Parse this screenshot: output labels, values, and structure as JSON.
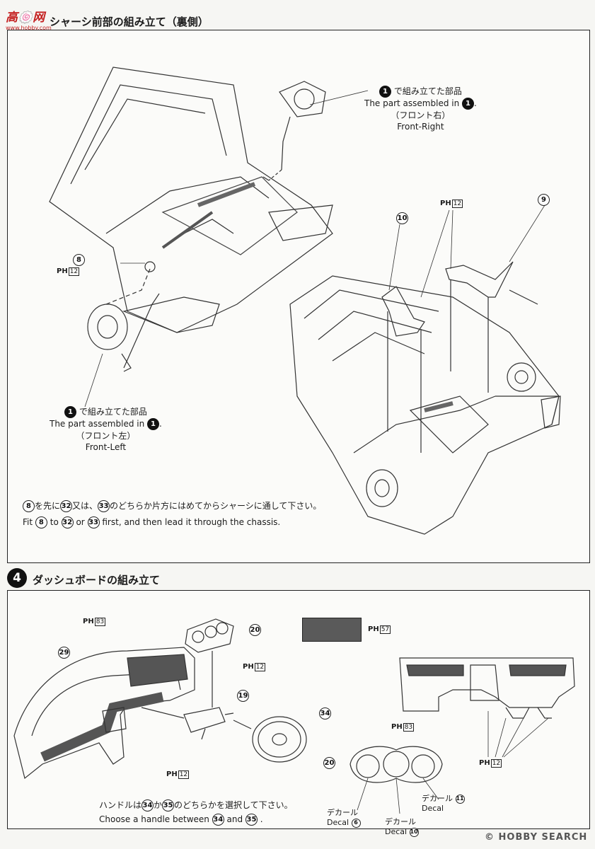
{
  "watermark_top": {
    "logo": "高🍥网",
    "url": "www.hobby.com"
  },
  "section_a": {
    "title": "シャーシ前部の組み立て（裏側）",
    "callout_right": {
      "line1_ja": "で組み立てた部品",
      "line2_en": "The part assembled in",
      "line3_ja": "（フロント右）",
      "line4_en": "Front-Right",
      "ref": "1"
    },
    "callout_left": {
      "line1_ja": "で組み立てた部品",
      "line2_en": "The part assembled in",
      "line3_ja": "（フロント左）",
      "line4_en": "Front-Left",
      "ref": "1"
    },
    "part_labels": [
      "8",
      "10",
      "9"
    ],
    "ph_labels": [
      {
        "prefix": "PH",
        "num": "12"
      },
      {
        "prefix": "PH",
        "num": "12"
      }
    ],
    "note_ja_pre": "を先に",
    "note_ja_mid1": "又は、",
    "note_ja_post": "のどちらか片方にはめてからシャーシに通して下さい。",
    "note_en_fit": "Fit",
    "note_en_to": "to",
    "note_en_or": "or",
    "note_en_post": "first, and then lead it through the chassis.",
    "note_refs": [
      "8",
      "32",
      "33"
    ]
  },
  "section_b": {
    "step": "4",
    "title": "ダッシュボードの組み立て",
    "part_labels": [
      "29",
      "20",
      "19",
      "34",
      "20"
    ],
    "ph_labels": [
      {
        "prefix": "PH",
        "num": "83"
      },
      {
        "prefix": "PH",
        "num": "12"
      },
      {
        "prefix": "PH",
        "num": "57"
      },
      {
        "prefix": "PH",
        "num": "83"
      },
      {
        "prefix": "PH",
        "num": "12"
      },
      {
        "prefix": "PH",
        "num": "12"
      }
    ],
    "decals": [
      {
        "ja": "デカール",
        "en": "Decal",
        "num": "6"
      },
      {
        "ja": "デカール",
        "en": "Decal",
        "num": "10"
      },
      {
        "ja": "デカール",
        "en": "Decal",
        "num": "11"
      }
    ],
    "swatch_color": "#5a5a5a",
    "note_ja_pre": "ハンドルは",
    "note_ja_mid": "か",
    "note_ja_post": "のどちらかを選択して下さい。",
    "note_en_pre": "Choose a handle between",
    "note_en_and": "and",
    "note_en_post": ".",
    "note_refs": [
      "34",
      "35"
    ]
  },
  "footer": {
    "copyright": "©",
    "brand": "HOBBY SEARCH"
  }
}
